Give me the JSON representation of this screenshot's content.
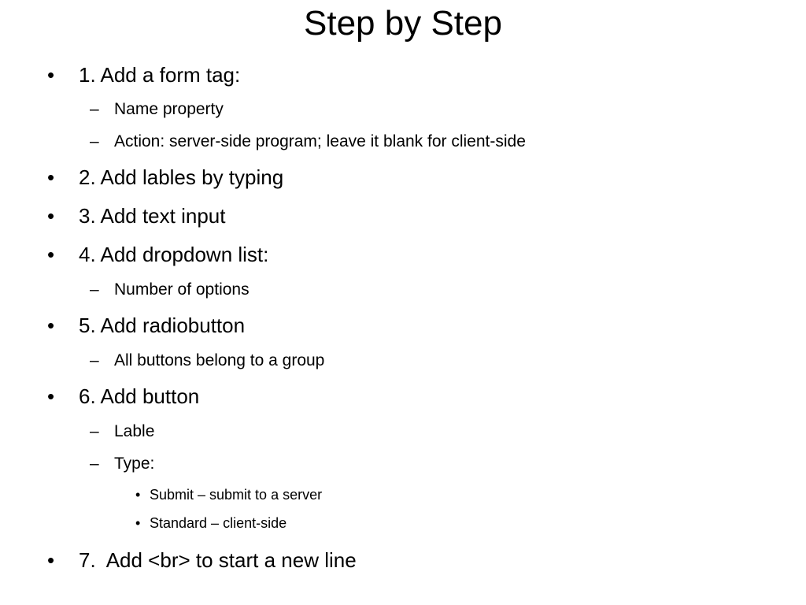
{
  "slide": {
    "title": "Step by Step",
    "bullet_glyph": "•",
    "dash_glyph": "–",
    "items": [
      {
        "level": 1,
        "text": "1. Add a form tag:"
      },
      {
        "level": 2,
        "text": "Name property"
      },
      {
        "level": 2,
        "text": "Action: server-side program; leave it blank for client-side"
      },
      {
        "level": 1,
        "text": "2. Add lables by typing"
      },
      {
        "level": 1,
        "text": "3. Add text input"
      },
      {
        "level": 1,
        "text": "4. Add dropdown list:"
      },
      {
        "level": 2,
        "text": "Number of options"
      },
      {
        "level": 1,
        "text": "5. Add radiobutton"
      },
      {
        "level": 2,
        "text": "All buttons belong to a group"
      },
      {
        "level": 1,
        "text": "6. Add button"
      },
      {
        "level": 2,
        "text": "Lable"
      },
      {
        "level": 2,
        "text": "Type:"
      },
      {
        "level": 3,
        "text": "Submit – submit to a server"
      },
      {
        "level": 3,
        "text": "Standard – client-side"
      },
      {
        "level": 1,
        "text": "7.  Add <br> to start a new line"
      }
    ]
  }
}
